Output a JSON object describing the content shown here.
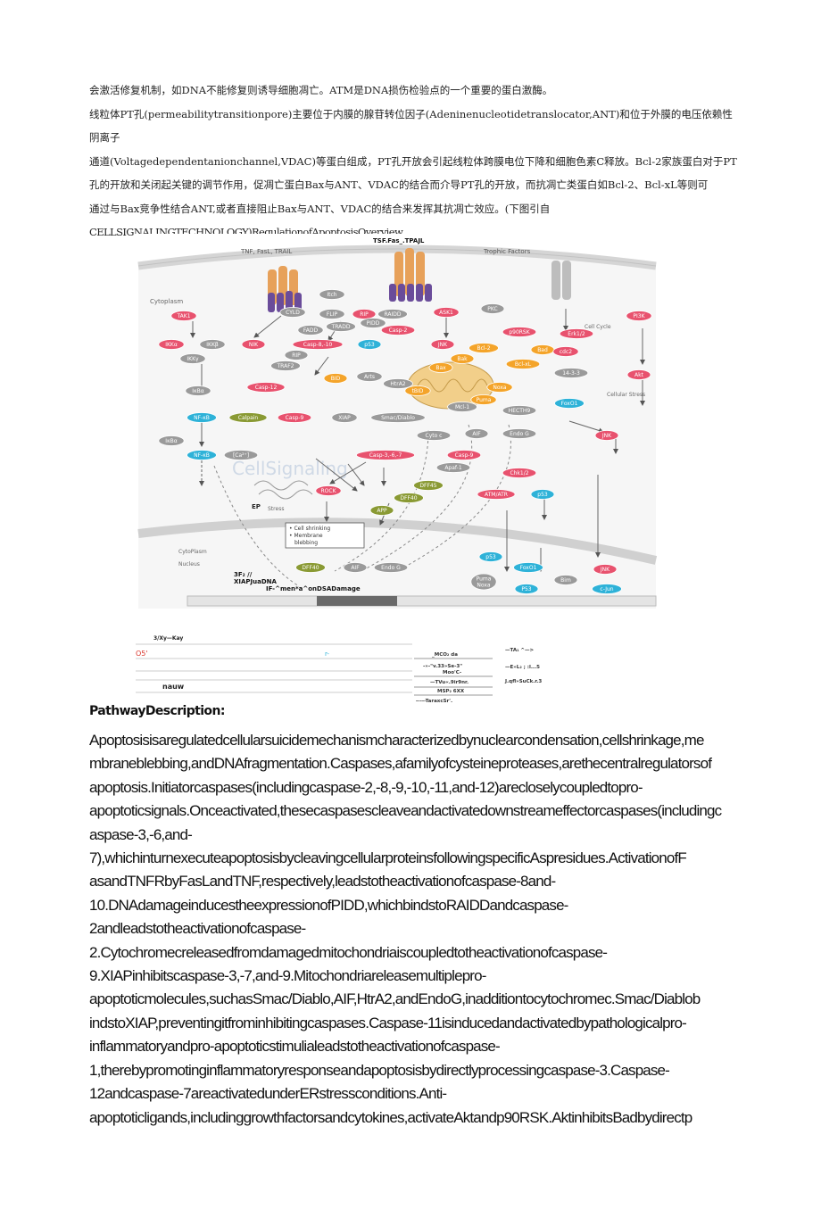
{
  "cn_paragraphs": {
    "line1": "会激活修复机制，如DNA不能修复则诱导细胞凋亡。ATM是DNA损伤检验点的一个重要的蛋白激酶。",
    "line2": "线粒体PT孔(permeabilitytransitionpore)主要位于内膜的腺苷转位因子(Adeninenucleotidetranslocator,ANT)和位于外膜的电压依赖性阴离子",
    "line3": "通道(Voltagedependentanionchannel,VDAC)等蛋白组成，PT孔开放会引起线粒体跨膜电位下降和细胞色素C释放。Bcl-2家族蛋白对于PT",
    "line4": "孔的开放和关闭起关键的调节作用，促凋亡蛋白Bax与ANT、VDAC的结合而介导PT孔的开放，而抗凋亡类蛋白如Bcl-2、Bcl-xL等则可",
    "line5": "通过与Bax竞争性结合ANT,或者直接阻止Bax与ANT、VDAC的结合来发挥其抗凋亡效应。(下图引自",
    "line6": "CELLSIGNALINGTECHNOLOGY)RegulationofApoptosisOverview"
  },
  "figure": {
    "receptor_labels": {
      "left": "TNF, FasL, TRAIL",
      "middle": "TSF.Fas_.TPAJL",
      "right": "Trophic Factors"
    },
    "region_labels": {
      "cytoplasm": "Cytoplasm",
      "cytoplasm2": "CytoPlasm",
      "nucleus": "Nucleus",
      "cell_cycle": "Cell Cycle",
      "cellular_stress": "Cellular Stress",
      "stress": "Stress",
      "er": "EP",
      "watermark": "CellSignaling"
    },
    "nodes": {
      "tak1": "TAK1",
      "ikka": "IKKα",
      "ikkb": "IKKβ",
      "ikky": "IKKγ",
      "nik": "NIK",
      "ikba1": "IκBα",
      "nfkb1": "NF-κB",
      "ikba2": "IκBα",
      "nfkb2": "NF-κB",
      "cyld": "CYLD",
      "ltch": "Itch",
      "flip": "FLIP",
      "fadd": "FADD",
      "tradd": "TRADD",
      "rip1": "RIP",
      "raidd": "RAIDD",
      "pidd": "PIDD",
      "casp810": "Casp-8,-10",
      "rip2": "RIP",
      "traf2": "TRAF2",
      "casp2": "Casp-2",
      "p53a": "p53",
      "ask1": "ASK1",
      "jnk1": "JNK",
      "pkc": "PKC",
      "p90rsk": "p90RSK",
      "erk12": "Erk1/2",
      "bcl2": "Bcl-2",
      "bad": "Bad",
      "cdc2": "cdc2",
      "pi3k": "PI3K",
      "akt": "Akt",
      "bclxl": "Bcl-xL",
      "bak": "Bak",
      "bax": "Bax",
      "bid": "BID",
      "tbid": "tBID",
      "htra2": "HtrA2",
      "ttl": "14-3-3",
      "noxa": "Noxa",
      "puma": "Puma",
      "mcl1": "Mcl-1",
      "hecth9": "HECTH9",
      "arts": "Arts",
      "xiap1": "XIAP",
      "smac": "Smac/Diablo",
      "casp12": "Casp-12",
      "calpain": "Calpain",
      "casp9": "Casp-9",
      "cytoc": "Cyto c",
      "aif": "AIF",
      "endog": "Endo G",
      "foxo1": "FoxO1",
      "jnk2": "JNK",
      "casp9b": "Casp-9",
      "apaf1": "Apaf-1",
      "casp367": "Casp-3,-6,-7",
      "ca2": "[Ca²⁺]",
      "dff45": "DFF45",
      "dff40a": "DFF40",
      "chk12": "Chk1/2",
      "atmatr": "ATM/ATR",
      "p53b": "p53",
      "rock": "ROCK",
      "app": "APP",
      "dff40n": "DFF40",
      "aifn": "AIF",
      "endogn": "Endo G",
      "p53n": "p53",
      "foxo1n": "FoxO1",
      "jnkn": "JNK",
      "bim": "Bim",
      "p53n2": "P53",
      "pumanoxa": "Puma\nNoxa",
      "cjun": "c-Jun"
    },
    "outcome_box": {
      "l1": "• Cell shrinking",
      "l2": "• Membrane",
      "l3": "blebbing"
    },
    "nuclear_note": {
      "l1": "3F₂ //",
      "l2": "XIAPJuaDNA",
      "l3": "IF-^men*a^onDSADamage"
    },
    "membrane_note": "|"
  },
  "legend": {
    "title": "3/Xy—Kay",
    "row1_left": "O5'",
    "row1_mid": "r-",
    "row3_left": "nauw",
    "col_mid": [
      "_MCO₂  da",
      "-»-\"v.33»Se-3\"",
      "Moo'C-",
      "—TVu«.9ir9nr.",
      "MSP₂  6XX",
      "-----TaraxcSr'."
    ],
    "col_right": [
      "—TA₁ ^—>",
      "—E»L₂  ;  :l...5",
      "J.qfl»SuCk.r.3"
    ]
  },
  "pathway_heading": "PathwayDescription:",
  "pathway_lines": [
    "Apoptosisisaregulatedcellularsuicidemechanismcharacterizedbynuclearcondensation,cellshrinkage,me",
    "mbraneblebbing,andDNAfragmentation.Caspases,afamilyofcysteineproteases,arethecentralregulatorsof",
    "apoptosis.Initiatorcaspases(includingcaspase-2,-8,-9,-10,-11,and-12)arecloselycoupledtopro-",
    "apoptoticsignals.Onceactivated,thesecaspasescleaveandactivatedownstreameffectorcaspases(includingc",
    "aspase-3,-6,and-",
    "7),whichinturnexecuteapoptosisbycleavingcellularproteinsfollowingspecificAspresidues.ActivationofF",
    "asandTNFRbyFasLandTNF,respectively,leadstotheactivationofcaspase-8and-",
    "10.DNAdamageinducestheexpressionofPIDD,whichbindstoRAIDDandcaspase-",
    "2andleadstotheactivationofcaspase-",
    "2.Cytochromecreleasedfromdamagedmitochondriaiscoupledtotheactivationofcaspase-",
    "9.XIAPinhibitscaspase-3,-7,and-9.Mitochondriareleasemultiplepro-",
    "apoptoticmolecules,suchasSmac/Diablo,AIF,HtrA2,andEndoG,inadditiontocytochromec.Smac/Diablob",
    "indstoXIAP,preventingitfrominhibitingcaspases.Caspase-11isinducedandactivatedbypathologicalpro-",
    "inflammatoryandpro-apoptoticstimulialeadstotheactivationofcaspase-",
    "1,therebypromotinginflammatoryresponseandapoptosisbydirectlyprocessingcaspase-3.Caspase-",
    "12andcaspase-7areactivatedunderERstressconditions.Anti-",
    "apoptoticligands,includinggrowthfactorsandcytokines,activateAktandp90RSK.AktinhibitsBadbydirectp"
  ],
  "colors": {
    "pink": "#e8526e",
    "grey": "#9a9a9a",
    "cyan": "#2eb2d8",
    "orange": "#f4a42a",
    "olive": "#8a9a34",
    "red": "#d9342b",
    "membrane": "#d9d9d9"
  }
}
